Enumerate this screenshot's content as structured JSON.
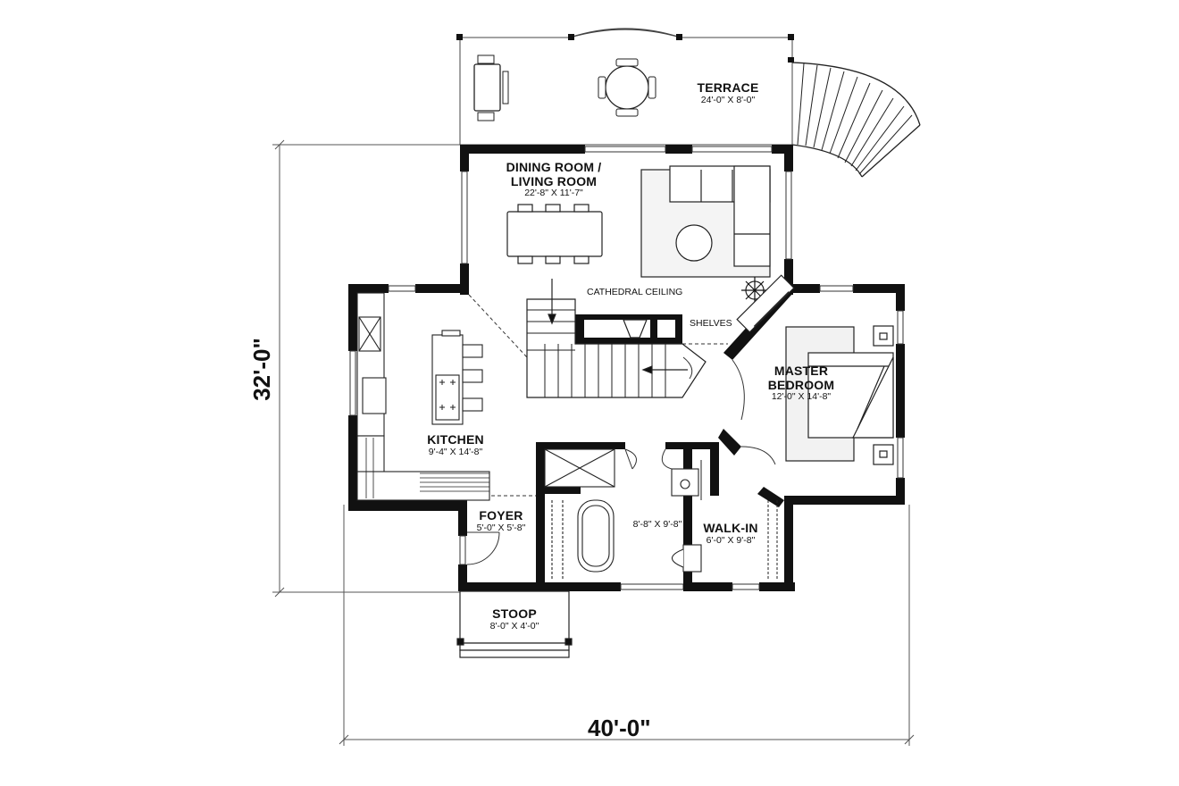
{
  "rooms": {
    "terrace": {
      "name": "TERRACE",
      "dims": "24'-0\" X 8'-0\""
    },
    "dining_living": {
      "name_line1": "DINING ROOM /",
      "name_line2": "LIVING ROOM",
      "dims": "22'-8\" X 11'-7\""
    },
    "kitchen": {
      "name": "KITCHEN",
      "dims": "9'-4\" X 14'-8\""
    },
    "master_bedroom": {
      "name_line1": "MASTER",
      "name_line2": "BEDROOM",
      "dims": "12'-0\" X 14'-8\""
    },
    "foyer": {
      "name": "FOYER",
      "dims": "5'-0\" X 5'-8\""
    },
    "bathroom": {
      "dims": "8'-8\" X 9'-8\""
    },
    "walk_in": {
      "name": "WALK-IN",
      "dims": "6'-0\" X 9'-8\""
    },
    "stoop": {
      "name": "STOOP",
      "dims": "8'-0\" X 4'-0\""
    }
  },
  "notes": {
    "cathedral_ceiling": "CATHEDRAL CEILING",
    "shelves": "SHELVES"
  },
  "dimensions": {
    "overall_width": "40'-0\"",
    "overall_depth": "32'-0\""
  }
}
